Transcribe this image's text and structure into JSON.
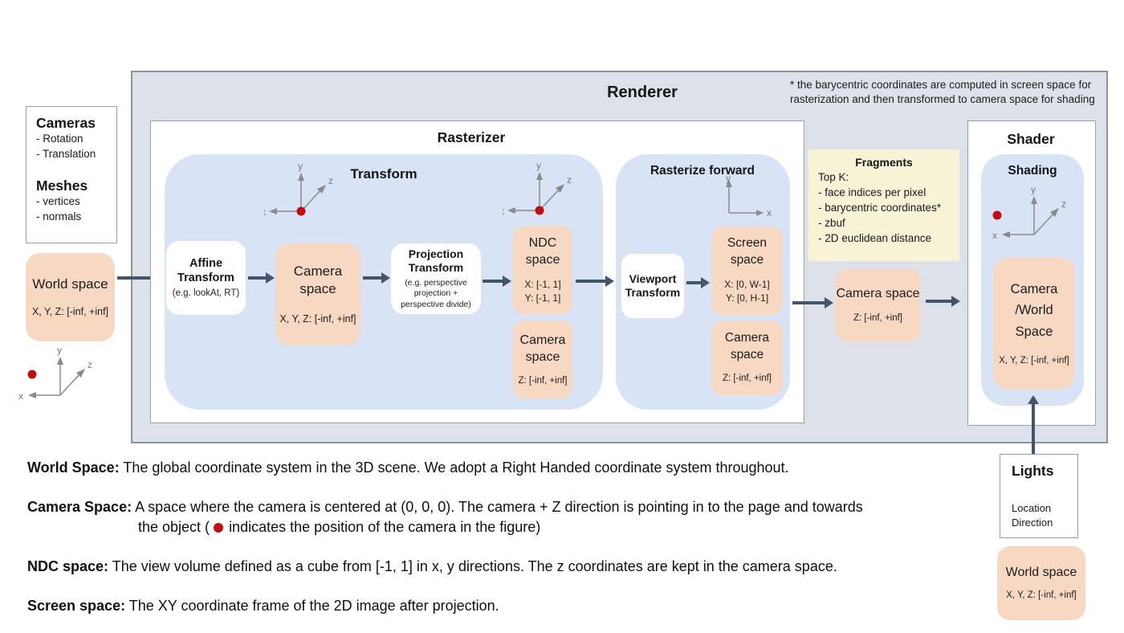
{
  "colors": {
    "panel": "#dde1e9",
    "panel-border": "#8d929c",
    "box-border": "#9aa0a8",
    "blue": "#d9e3f6",
    "peach": "#f7d8c2",
    "yellow": "#f8f2d7",
    "arrow": "#44546a",
    "red": "#c00d0d",
    "axis": "#8a8a8a"
  },
  "axes": {
    "x": "x",
    "y": "y",
    "z": "z"
  },
  "note": {
    "line1": "* the barycentric coordinates are computed in screen space for",
    "line2": "rasterization and then transformed to camera space for shading"
  },
  "renderer_title": "Renderer",
  "inputs": {
    "cameras_title": "Cameras",
    "cameras_item1": "- Rotation",
    "cameras_item2": "- Translation",
    "meshes_title": "Meshes",
    "meshes_item1": "- vertices",
    "meshes_item2": "- normals",
    "world_space_title": "World space",
    "world_space_range": "X, Y, Z: [-inf, +inf]"
  },
  "rasterizer": {
    "title": "Rasterizer",
    "transform_title": "Transform",
    "affine_title": "Affine Transform",
    "affine_subtitle": "(e.g. lookAt, RT)",
    "camera1_title": "Camera space",
    "camera1_range": "X, Y, Z: [-inf, +inf]",
    "projection_title": "Projection Transform",
    "projection_subtitle": "(e.g. perspective projection + perspective divide)",
    "ndc_title": "NDC space",
    "ndc_range_x": "X: [-1, 1]",
    "ndc_range_y": "Y: [-1, 1]",
    "camera2_title": "Camera space",
    "camera2_range": "Z: [-inf, +inf]",
    "rforward_title": "Rasterize forward",
    "viewport_title": "Viewport Transform",
    "screen_title": "Screen space",
    "screen_range_x": "X: [0, W-1]",
    "screen_range_y": "Y: [0, H-1]",
    "camera3_title": "Camera space",
    "camera3_range": "Z: [-inf, +inf]"
  },
  "fragments": {
    "title": "Fragments",
    "topk": "Top K:",
    "item1": "- face indices per pixel",
    "item2": "- barycentric coordinates*",
    "item3": "- zbuf",
    "item4": "- 2D euclidean distance"
  },
  "camera_out": {
    "title": "Camera space",
    "range": "Z: [-inf, +inf]"
  },
  "shader": {
    "title": "Shader",
    "shading_title": "Shading",
    "camera_world_title": "Camera /World Space",
    "camera_world_range": "X, Y, Z: [-inf, +inf]"
  },
  "lights": {
    "title": "Lights",
    "item1": "Location",
    "item2": "Direction"
  },
  "world_space_out": {
    "title": "World space",
    "range": "X, Y, Z: [-inf, +inf]"
  },
  "definitions": {
    "d1_term": "World Space:",
    "d1_text": "The global coordinate system in the 3D scene. We adopt a Right Handed coordinate system throughout.",
    "d2_term": "Camera Space:",
    "d2_line1": "A space where the camera is centered at (0, 0, 0). The camera + Z direction is pointing in to the page and towards",
    "d2_line2a": "the object (",
    "d2_line2b": "indicates the position of the camera in the figure)",
    "d3_term": "NDC space:",
    "d3_text": "The view volume defined as a cube from [-1, 1] in x, y directions. The z coordinates are kept in the camera space.",
    "d4_term": "Screen space:",
    "d4_text": "The XY coordinate frame of the 2D image after projection."
  }
}
